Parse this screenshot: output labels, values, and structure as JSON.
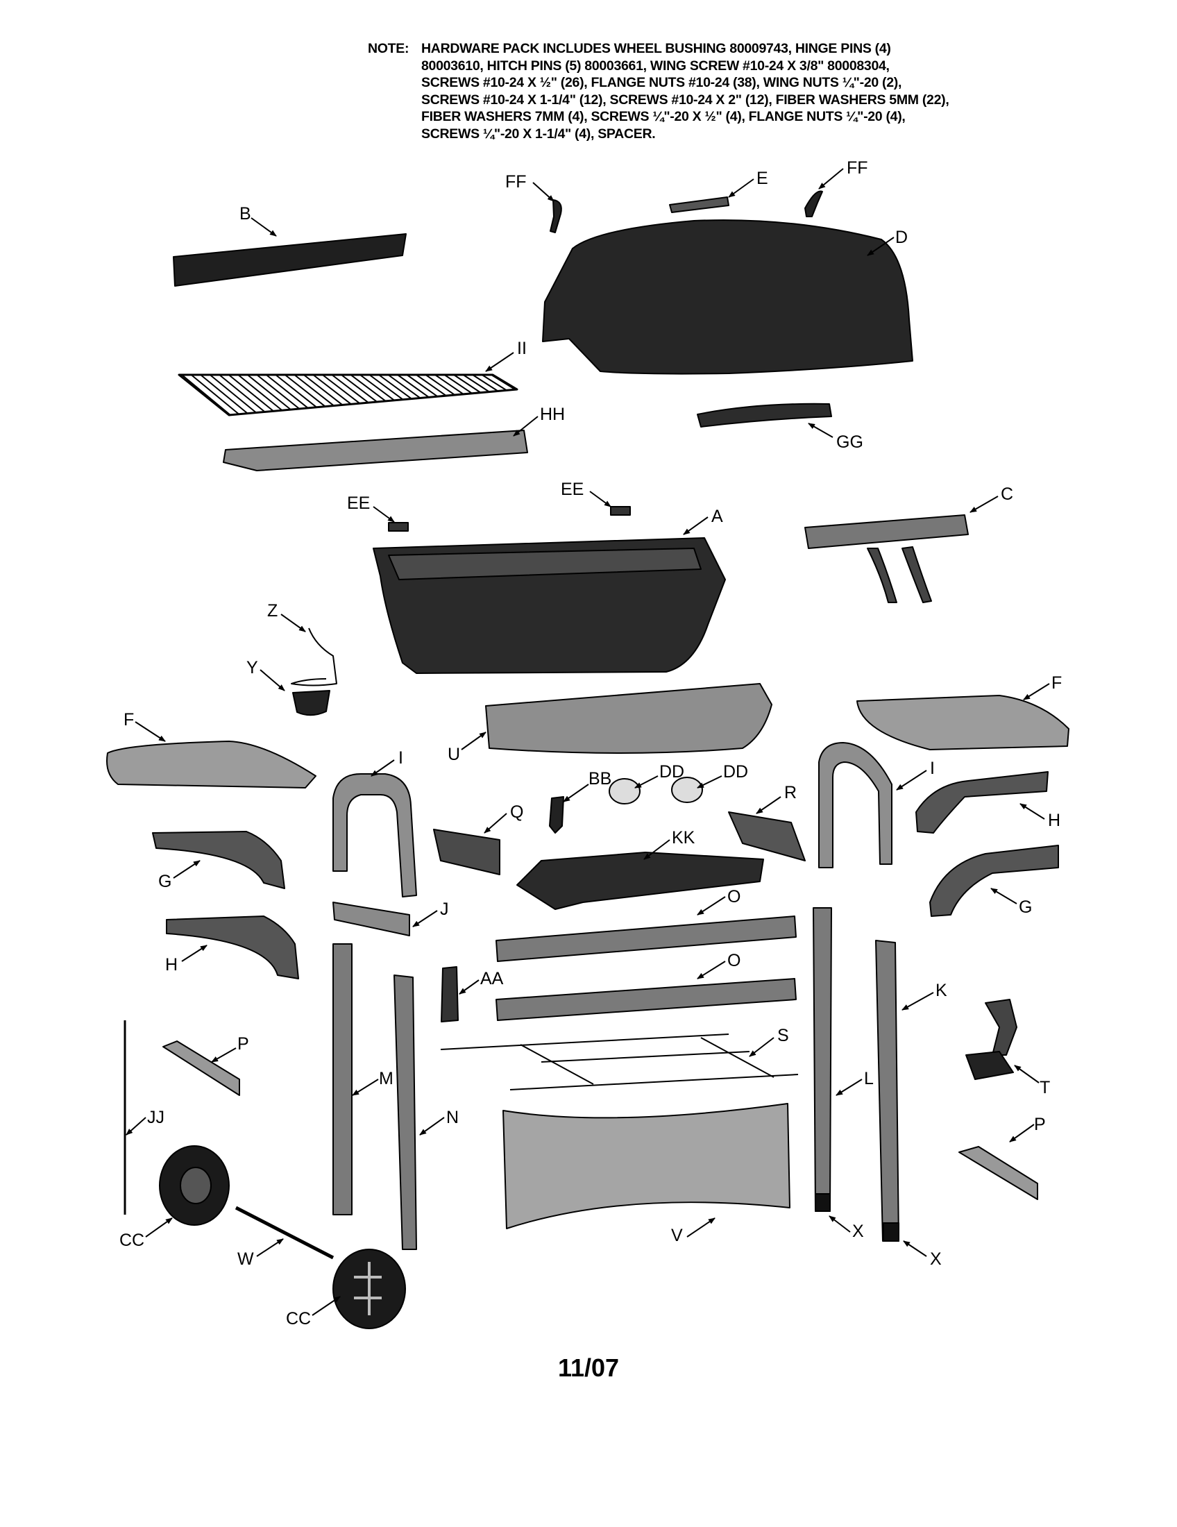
{
  "note": {
    "heading": "NOTE:",
    "lines": [
      "HARDWARE PACK INCLUDES WHEEL BUSHING 80009743, HINGE PINS (4)",
      "80003610, HITCH PINS (5) 80003661, WING SCREW #10-24 X 3/8\" 80008304,",
      "SCREWS #10-24 X ½\" (26), FLANGE NUTS #10-24 (38), WING NUTS ¼\"-20 (2),",
      "SCREWS #10-24 X 1-1/4\" (12), SCREWS #10-24 X 2\" (12), FIBER WASHERS 5MM (22),",
      "FIBER WASHERS 7MM (4), SCREWS ¼\"-20 X ½\" (4), FLANGE NUTS ¼\"-20 (4),",
      "SCREWS ¼\"-20 X 1-1/4\" (4), SPACER."
    ]
  },
  "labels": {
    "FF": "FF",
    "E": "E",
    "B": "B",
    "D": "D",
    "II": "II",
    "HH": "HH",
    "GG": "GG",
    "EE": "EE",
    "A": "A",
    "C": "C",
    "Z": "Z",
    "Y": "Y",
    "F": "F",
    "U": "U",
    "I": "I",
    "BB": "BB",
    "DD": "DD",
    "Q": "Q",
    "R": "R",
    "H": "H",
    "G": "G",
    "KK": "KK",
    "J": "J",
    "O": "O",
    "AA": "AA",
    "K": "K",
    "P": "P",
    "S": "S",
    "M": "M",
    "L": "L",
    "T": "T",
    "JJ": "JJ",
    "N": "N",
    "CC": "CC",
    "W": "W",
    "V": "V",
    "X": "X"
  },
  "footer": {
    "date": "11/07"
  },
  "colors": {
    "ink": "#000000",
    "part_dark": "#2b2b2b",
    "part_mid": "#6e6e6e",
    "part_light": "#a9a9a9"
  }
}
